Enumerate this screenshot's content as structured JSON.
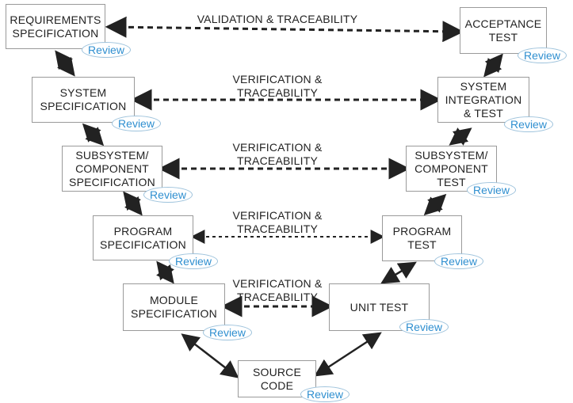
{
  "left_column": [
    {
      "lines": [
        "REQUIREMENTS",
        "SPECIFICATION"
      ],
      "review": "Review"
    },
    {
      "lines": [
        "SYSTEM",
        "SPECIFICATION"
      ],
      "review": "Review"
    },
    {
      "lines": [
        "SUBSYSTEM/",
        "COMPONENT",
        "SPECIFICATION"
      ],
      "review": "Review"
    },
    {
      "lines": [
        "PROGRAM",
        "SPECIFICATION"
      ],
      "review": "Review"
    },
    {
      "lines": [
        "MODULE",
        "SPECIFICATION"
      ],
      "review": "Review"
    }
  ],
  "bottom": {
    "lines": [
      "SOURCE",
      "CODE"
    ],
    "review": "Review"
  },
  "right_column": [
    {
      "lines": [
        "ACCEPTANCE",
        "TEST"
      ],
      "review": "Review"
    },
    {
      "lines": [
        "SYSTEM",
        "INTEGRATION",
        "& TEST"
      ],
      "review": "Review"
    },
    {
      "lines": [
        "SUBSYSTEM/",
        "COMPONENT",
        "TEST"
      ],
      "review": "Review"
    },
    {
      "lines": [
        "PROGRAM",
        "TEST"
      ],
      "review": "Review"
    },
    {
      "lines": [
        "UNIT TEST"
      ],
      "review": "Review"
    }
  ],
  "links": [
    {
      "lines": [
        "VALIDATION & TRACEABILITY"
      ]
    },
    {
      "lines": [
        "VERIFICATION &",
        "TRACEABILITY"
      ]
    },
    {
      "lines": [
        "VERIFICATION &",
        "TRACEABILITY"
      ]
    },
    {
      "lines": [
        "VERIFICATION &",
        "TRACEABILITY"
      ]
    },
    {
      "lines": [
        "VERIFICATION &",
        "TRACEABILITY"
      ]
    }
  ],
  "colors": {
    "review_text": "#2f8fd0",
    "box_border": "#9a9a9a",
    "arrow": "#222222"
  }
}
